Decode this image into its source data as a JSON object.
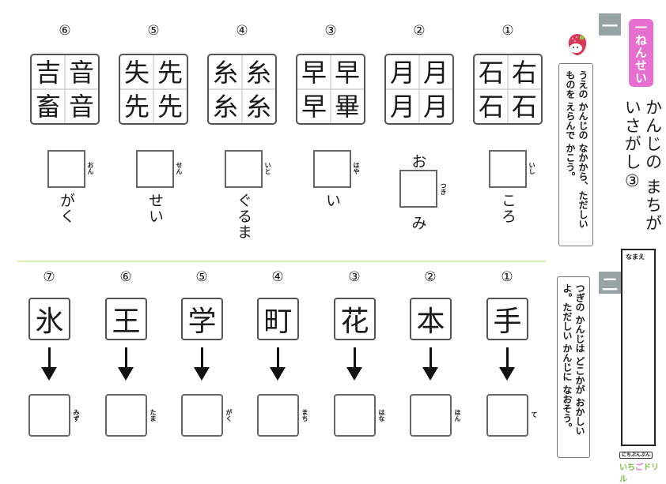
{
  "header": {
    "section1_badge": "一",
    "grade_label": "一ねんせい",
    "title": "かんじの まちがいさがし③",
    "name_label": "なまえ"
  },
  "section1": {
    "instruction": "うえの かんじの なかから、ただしい ものを えらんで かこう。",
    "mascot": "strawberry-mascot-icon",
    "items": [
      {
        "number": "⑥",
        "kanji": [
          "吉",
          "音",
          "畜",
          "音"
        ],
        "furigana": "おん",
        "okurigana_before": "",
        "okurigana_after": "がく"
      },
      {
        "number": "⑤",
        "kanji": [
          "失",
          "先",
          "先",
          "先"
        ],
        "furigana": "せん",
        "okurigana_before": "",
        "okurigana_after": "せい"
      },
      {
        "number": "④",
        "kanji": [
          "糸",
          "糸",
          "糸",
          "糸"
        ],
        "furigana": "いと",
        "okurigana_before": "",
        "okurigana_after": "ぐるま"
      },
      {
        "number": "③",
        "kanji": [
          "早",
          "早",
          "早",
          "畢"
        ],
        "furigana": "はや",
        "okurigana_before": "",
        "okurigana_after": "い"
      },
      {
        "number": "②",
        "kanji": [
          "月",
          "月",
          "月",
          "月"
        ],
        "furigana": "つき",
        "okurigana_before": "お",
        "okurigana_after": "み"
      },
      {
        "number": "①",
        "kanji": [
          "石",
          "右",
          "石",
          "石"
        ],
        "furigana": "いし",
        "okurigana_before": "",
        "okurigana_after": "ころ"
      }
    ]
  },
  "section2": {
    "badge": "二",
    "instruction": "つぎの かんじは どこかが おかしいよ。ただしい かんじに なおそう。",
    "items": [
      {
        "number": "⑦",
        "kanji": "氷",
        "furigana": "みず"
      },
      {
        "number": "⑥",
        "kanji": "王",
        "furigana": "たま"
      },
      {
        "number": "⑤",
        "kanji": "学",
        "furigana": "がく"
      },
      {
        "number": "④",
        "kanji": "町",
        "furigana": "まち"
      },
      {
        "number": "③",
        "kanji": "花",
        "furigana": "はな"
      },
      {
        "number": "②",
        "kanji": "本",
        "furigana": "ほん"
      },
      {
        "number": "①",
        "kanji": "手",
        "furigana": "て"
      }
    ]
  },
  "footer": {
    "logo_top": "にちぶんぶん",
    "logo_main_a": "いち",
    "logo_main_b": "ご",
    "logo_main_c": "ドリル"
  },
  "colors": {
    "badge_gray": "#95a3a4",
    "grade_pink": "#e66fcf",
    "divider_green": "#dcefb4",
    "logo_green": "#7cc242"
  }
}
